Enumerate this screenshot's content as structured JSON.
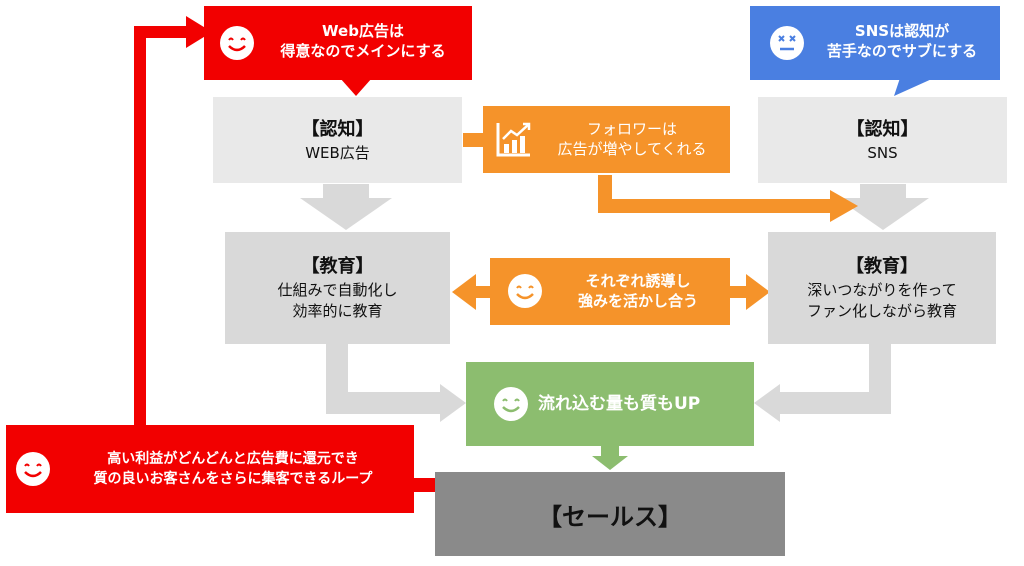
{
  "web_callout": {
    "line1": "Web広告は",
    "line2": "得意なのでメインにする"
  },
  "sns_callout": {
    "line1": "SNSは認知が",
    "line2": "苦手なのでサブにする"
  },
  "left_awareness": {
    "title": "【認知】",
    "sub": "WEB広告"
  },
  "right_awareness": {
    "title": "【認知】",
    "sub": "SNS"
  },
  "follower_box": {
    "line1": "フォロワーは",
    "line2": "広告が増やしてくれる"
  },
  "left_education": {
    "title": "【教育】",
    "line1": "仕組みで自動化し",
    "line2": "効率的に教育"
  },
  "right_education": {
    "title": "【教育】",
    "line1": "深いつながりを作って",
    "line2": "ファン化しながら教育"
  },
  "middle_box": {
    "line1": "それぞれ誘導し",
    "line2": "強みを活かし合う"
  },
  "green_box": {
    "text": "流れ込む量も質もUP"
  },
  "loop_box": {
    "line1": "高い利益がどんどんと広告費に還元でき",
    "line2": "質の良いお客さんをさらに集客できるループ"
  },
  "sales_box": {
    "text": "【セールス】"
  },
  "colors": {
    "red": "#f20000",
    "orange": "#f5932a",
    "blue": "#4a7fe1",
    "green": "#8cbd6f",
    "gray_light": "#e9e9e9",
    "gray_mid": "#d9d9d9",
    "dark": "#8a8a8a"
  }
}
